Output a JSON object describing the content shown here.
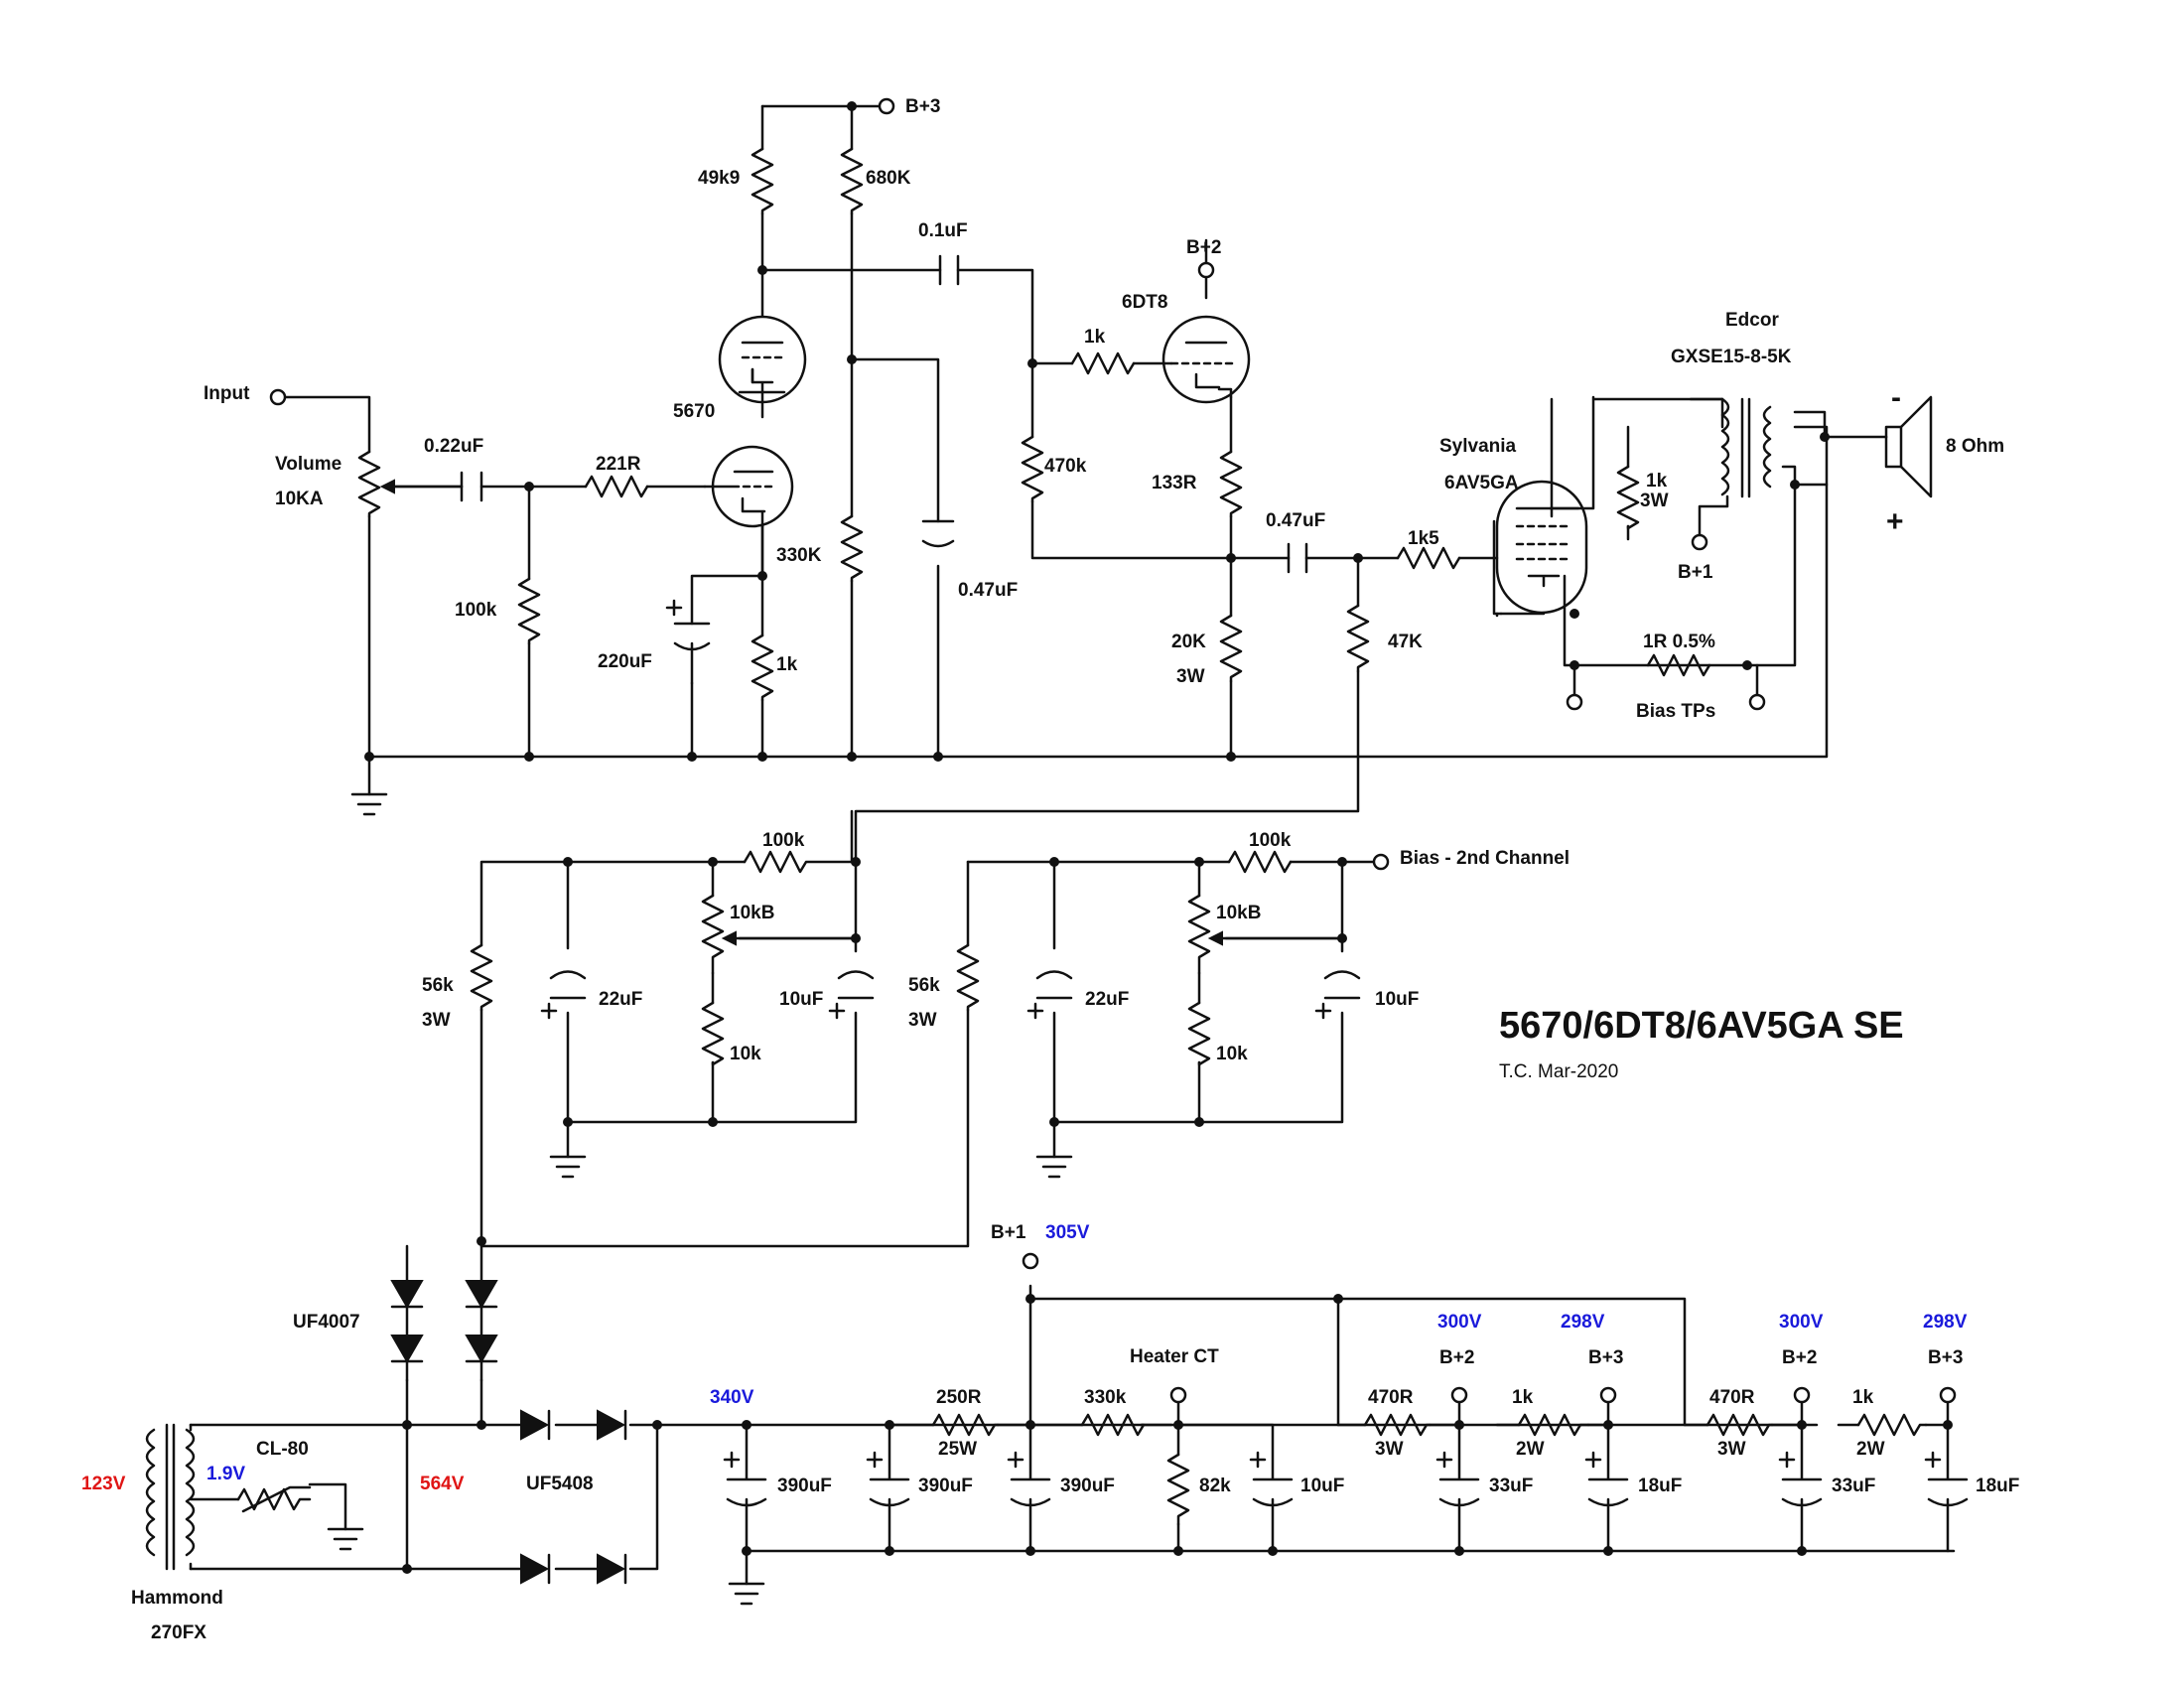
{
  "title": "5670/6DT8/6AV5GA SE",
  "subtitle": "T.C. Mar-2020",
  "labels": {
    "bp3_top": "B+3",
    "r_49k9": "49k9",
    "r_680k": "680K",
    "c_01": "0.1uF",
    "bp2_top": "B+2",
    "tube_6dt8": "6DT8",
    "r_1k_grid": "1k",
    "edcor": "Edcor",
    "edcor_model": "GXSE15-8-5K",
    "input": "Input",
    "volume": "Volume",
    "volume_val": "10KA",
    "c_022": "0.22uF",
    "r_221": "221R",
    "tube_5670": "5670",
    "r_470k": "470k",
    "sylvania": "Sylvania",
    "tube_6av5": "6AV5GA",
    "r_1k3w_a": "1k",
    "r_1k3w_b": "3W",
    "minus": "-",
    "ohm8": "8 Ohm",
    "plus": "+",
    "r_133": "133R",
    "r_330k": "330K",
    "c_047_cath": "0.47uF",
    "c_047_out": "0.47uF",
    "r_1k5": "1k5",
    "bp1_top": "B+1",
    "r_100k_grid": "100k",
    "c_220": "220uF",
    "r_1k_cath": "1k",
    "r_20k": "20K",
    "r_20k_w": "3W",
    "r_47k": "47K",
    "r_1r": "1R 0.5%",
    "bias_tps": "Bias TPs",
    "b1_r100k": "100k",
    "b1_pot": "10kB",
    "b1_r56k": "56k",
    "b1_r56k_w": "3W",
    "b1_c22": "22uF",
    "b1_c10": "10uF",
    "b1_r10k": "10k",
    "b2_r100k": "100k",
    "b2_pot": "10kB",
    "b2_r56k": "56k",
    "b2_r56k_w": "3W",
    "b2_c22": "22uF",
    "b2_c10": "10uF",
    "b2_r10k": "10k",
    "bias_2nd": "Bias - 2nd Channel",
    "bp1_psu": "B+1",
    "v305": "305V",
    "uf4007": "UF4007",
    "heater_ct": "Heater CT",
    "v300a": "300V",
    "v298a": "298V",
    "v300b": "300V",
    "v298b": "298V",
    "bp2_a": "B+2",
    "bp3_a": "B+3",
    "bp2_b": "B+2",
    "bp3_b": "B+3",
    "v340": "340V",
    "r_250": "250R",
    "r_250_w": "25W",
    "r_330k_psu": "330k",
    "r_470_a": "470R",
    "r_470_a_w": "3W",
    "r_1k_a": "1k",
    "r_1k_a_w": "2W",
    "r_470_b": "470R",
    "r_470_b_w": "3W",
    "r_1k_b": "1k",
    "r_1k_b_w": "2W",
    "cl80": "CL-80",
    "v19": "1.9V",
    "v123": "123V",
    "v564": "564V",
    "uf5408": "UF5408",
    "c390_1": "390uF",
    "c390_2": "390uF",
    "c390_3": "390uF",
    "r_82k": "82k",
    "c10_psu": "10uF",
    "c33_a": "33uF",
    "c18_a": "18uF",
    "c33_b": "33uF",
    "c18_b": "18uF",
    "hammond": "Hammond",
    "hammond_model": "270FX"
  },
  "colors": {
    "ink": "#111111",
    "voltage_blue": "#1a1adb",
    "voltage_red": "#e01515"
  }
}
